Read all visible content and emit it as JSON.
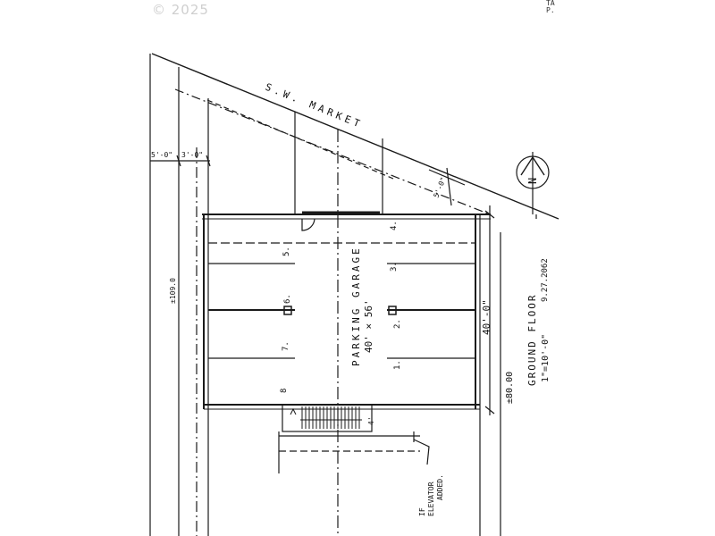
{
  "watermark": "© 2025",
  "corner_text_1": "TA",
  "corner_text_2": "P.",
  "street_label": "S.W. MARKET",
  "setback_label_1": "5'-0\"",
  "setback_label_2": "3'-0\"",
  "offset_label_top": "5'-0\"",
  "depth_label": "±109.0",
  "width_label": "±80.00",
  "room_label": "PARKING GARAGE",
  "room_size": "40' × 56'",
  "dimension_40": "40'-0\"",
  "floor_label": "GROUND FLOOR",
  "scale_label": "1\"=10'-0\"",
  "date_label": "9.27.2062",
  "elevator_note_1": "IF",
  "elevator_note_2": "ELEVATOR",
  "elevator_note_3": "ADDED.",
  "north_arrow_letter": "N",
  "stair_dim": "4'",
  "stalls": [
    "1.",
    "2.",
    "3.",
    "4.",
    "5.",
    "6.",
    "7.",
    "8"
  ]
}
